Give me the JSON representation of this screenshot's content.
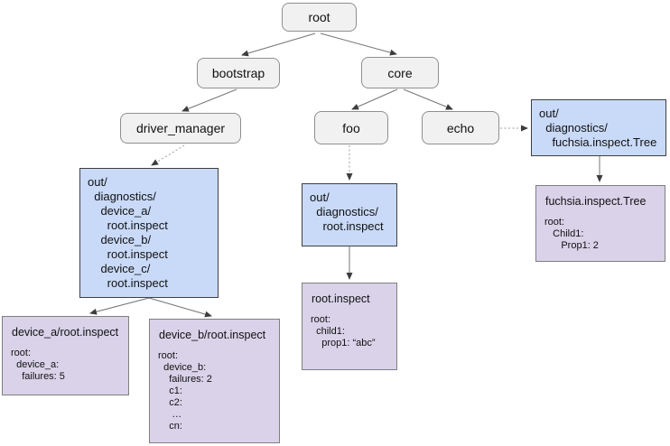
{
  "nodes": {
    "root": "root",
    "bootstrap": "bootstrap",
    "core": "core",
    "driver_manager": "driver_manager",
    "foo": "foo",
    "echo": "echo"
  },
  "file_boxes": {
    "driver_manager_out": "out/\n  diagnostics/\n    device_a/\n      root.inspect\n    device_b/\n      root.inspect\n    device_c/\n      root.inspect",
    "foo_out": "out/\n  diagnostics/\n    root.inspect",
    "echo_out": "out/\n  diagnostics/\n    fuchsia.inspect.Tree"
  },
  "inspect_boxes": {
    "device_a": {
      "title": "device_a/root.inspect",
      "body": "root:\n  device_a:\n    failures: 5"
    },
    "device_b": {
      "title": "device_b/root.inspect",
      "body": "root:\n  device_b:\n    failures: 2\n    c1:\n    c2:\n     …\n    cn:"
    },
    "foo_inspect": {
      "title": "root.inspect",
      "body": "root:\n  child1:\n    prop1: “abc”"
    },
    "echo_tree": {
      "title": "fuchsia.inspect.Tree",
      "body": "root:\n   Child1:\n      Prop1: 2"
    }
  },
  "colors": {
    "node_fill": "#f1f1f1",
    "node_border": "#8f8f8f",
    "file_box_fill": "#c9daf8",
    "file_box_border": "#3f3f3f",
    "inspect_box_fill": "#d9d2e9",
    "inspect_box_border": "#7f7f7f",
    "edge_solid": "#757575",
    "edge_dotted": "#9e9e9e",
    "arrowhead": "#3d3d3d"
  }
}
